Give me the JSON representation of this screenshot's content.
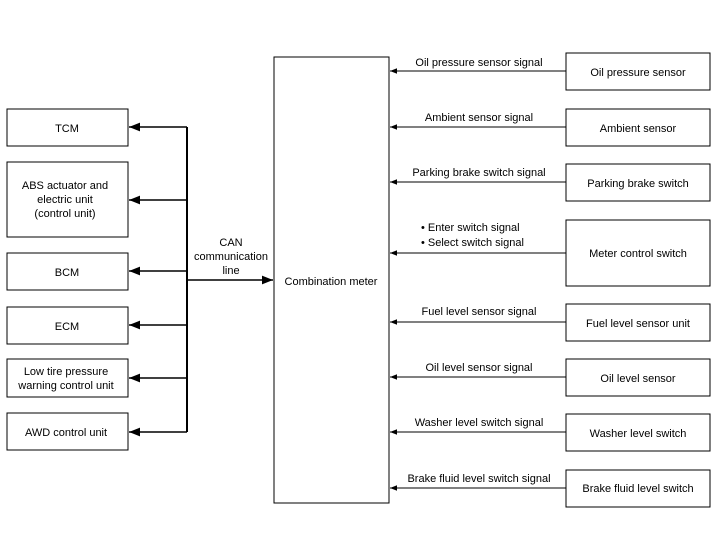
{
  "center": {
    "label": "Combination meter"
  },
  "bus": {
    "lines": [
      "CAN",
      "communication",
      "line"
    ]
  },
  "left_units": [
    {
      "id": "tcm",
      "lines": [
        "TCM"
      ]
    },
    {
      "id": "abs",
      "lines": [
        "ABS actuator and",
        "electric unit",
        "(control unit)"
      ]
    },
    {
      "id": "bcm",
      "lines": [
        "BCM"
      ]
    },
    {
      "id": "ecm",
      "lines": [
        "ECM"
      ]
    },
    {
      "id": "tpms",
      "lines": [
        "Low tire pressure",
        "warning control unit"
      ]
    },
    {
      "id": "awd",
      "lines": [
        "AWD control unit"
      ]
    }
  ],
  "right_inputs": [
    {
      "id": "oil-pressure",
      "box": "Oil pressure sensor",
      "signal": [
        "Oil pressure sensor signal"
      ]
    },
    {
      "id": "ambient",
      "box": "Ambient sensor",
      "signal": [
        "Ambient sensor signal"
      ]
    },
    {
      "id": "parking-brake",
      "box": "Parking brake switch",
      "signal": [
        "Parking brake switch signal"
      ]
    },
    {
      "id": "meter-control",
      "box": "Meter control switch",
      "signal": [
        "• Enter switch signal",
        "• Select switch signal"
      ]
    },
    {
      "id": "fuel-level",
      "box": "Fuel level sensor unit",
      "signal": [
        "Fuel level sensor signal"
      ]
    },
    {
      "id": "oil-level",
      "box": "Oil level sensor",
      "signal": [
        "Oil level sensor signal"
      ]
    },
    {
      "id": "washer-level",
      "box": "Washer level switch",
      "signal": [
        "Washer level switch signal"
      ]
    },
    {
      "id": "brake-fluid",
      "box": "Brake fluid level switch",
      "signal": [
        "Brake fluid level switch signal"
      ]
    }
  ]
}
